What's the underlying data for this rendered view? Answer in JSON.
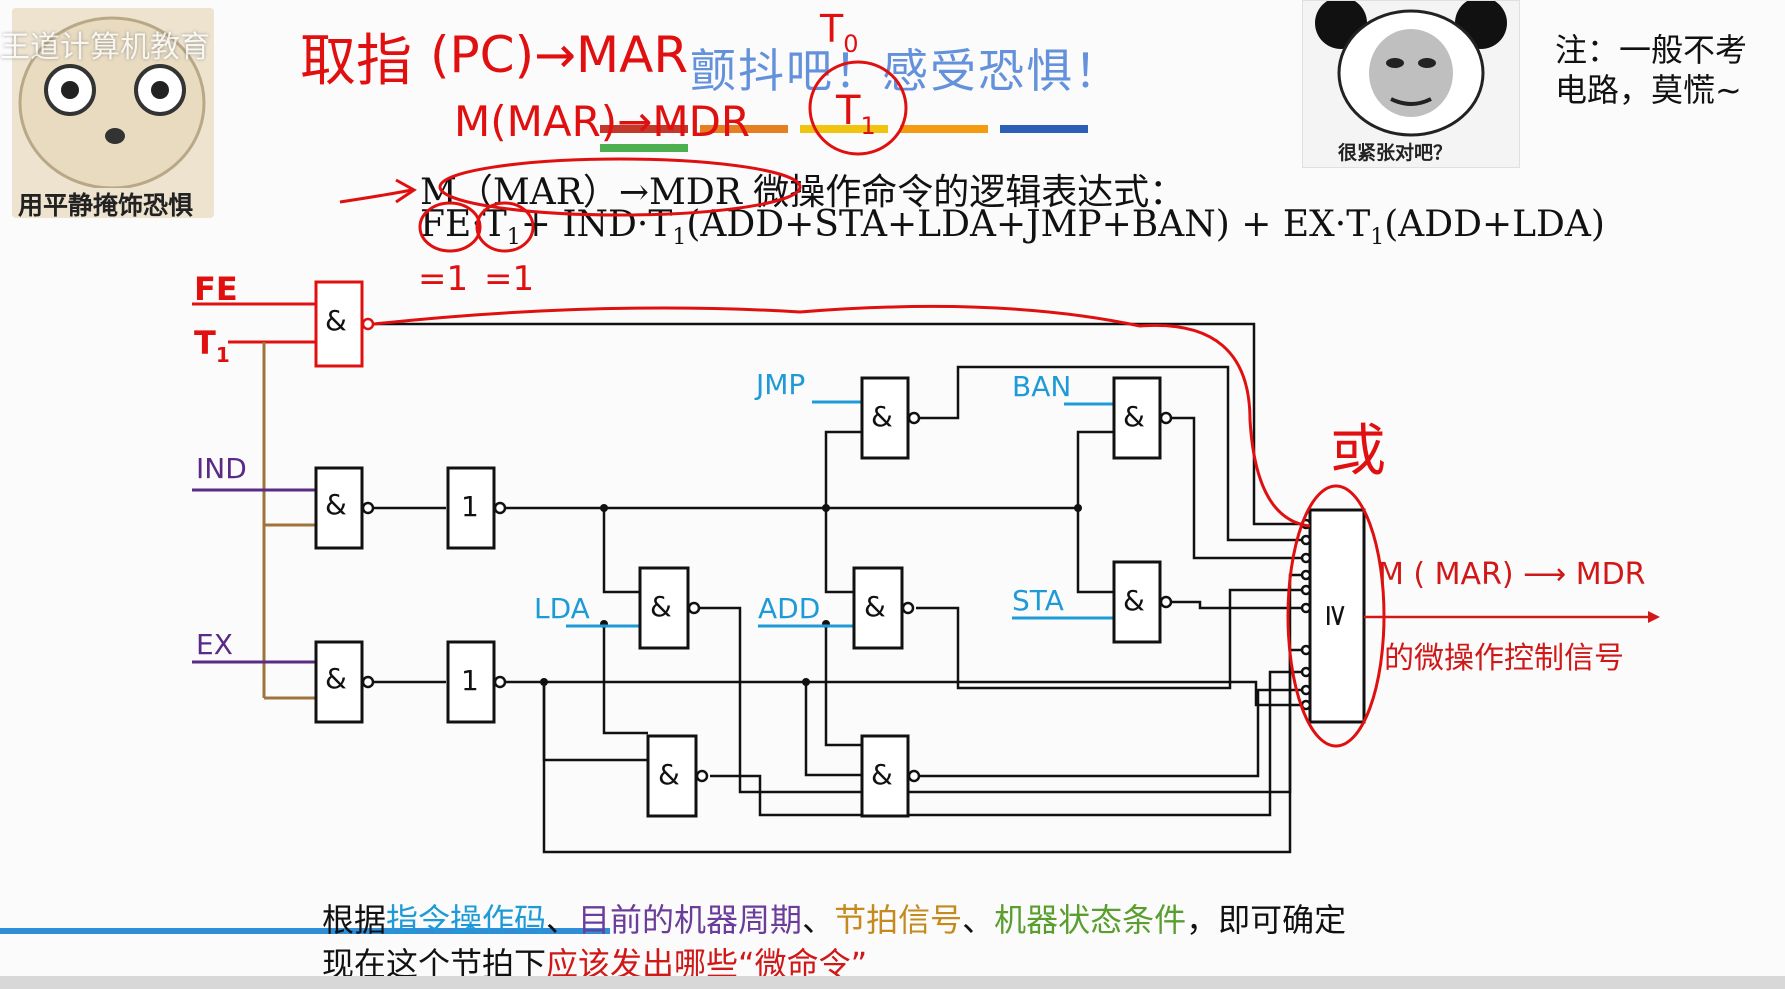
{
  "watermark": "王道计算机教育",
  "meme_left_caption": "用平静掩饰恐惧",
  "meme_right_caption": "很紧张对吧？",
  "title": "颤抖吧！感受恐惧！",
  "note": {
    "line1": "注：一般不考",
    "line2": "电路，莫慌~"
  },
  "title_bar_colors": [
    "#c0392b",
    "#e67e22",
    "#f1c40f",
    "#f39c12",
    "#2e5fb8",
    "#4caf50"
  ],
  "expr_heading": "M（MAR）→MDR 微操作命令的逻辑表达式：",
  "expr": {
    "p1": "FE·T",
    "s1": "1",
    "p2": "+ IND·T",
    "s2": "1",
    "p3": "(ADD+STA+LDA+JMP+BAN) + EX·T",
    "s3": "1",
    "p4": "(ADD+LDA)"
  },
  "annotations": {
    "fetch": "取指",
    "pc_mar": "(PC)→MAR",
    "m_mdr": "M(MAR)→MDR",
    "t0": "T",
    "t0_sub": "0",
    "t1": "T",
    "t1_sub": "1",
    "eq1a": "=1",
    "eq1b": "=1",
    "fe": "FE",
    "t1_in": "T",
    "t1_in_sub": "1",
    "or_mark": "或"
  },
  "circuit": {
    "inputs": {
      "ind": "IND",
      "ex": "EX",
      "jmp": "JMP",
      "ban": "BAN",
      "lda": "LDA",
      "add": "ADD",
      "sta": "STA"
    },
    "and_symbol": "&",
    "not_symbol": "1",
    "or_symbol": "≥",
    "output_label1": "M ( MAR) ⟶ MDR",
    "output_label2": "的微操作控制信号"
  },
  "bottom": {
    "l1_a": "根据",
    "l1_b": "指令操作码",
    "l1_c": "、",
    "l1_d": "目前的机器周期",
    "l1_e": "、",
    "l1_f": "节拍信号",
    "l1_g": "、",
    "l1_h": "机器状态条件",
    "l1_i": "，即可确定",
    "l2_a": "现在这个节拍下",
    "l2_b": "应该发出哪些“微命令”"
  },
  "colors": {
    "blue_label": "#1e9bd7",
    "purple_label": "#5b2a86",
    "red_ink": "#e01010",
    "opcode_blue": "#1e9bd7",
    "cycle_purple": "#6a3d9a",
    "clock_orange": "#c58a1e",
    "state_green": "#5a9e2f",
    "red_text": "#d01818"
  }
}
